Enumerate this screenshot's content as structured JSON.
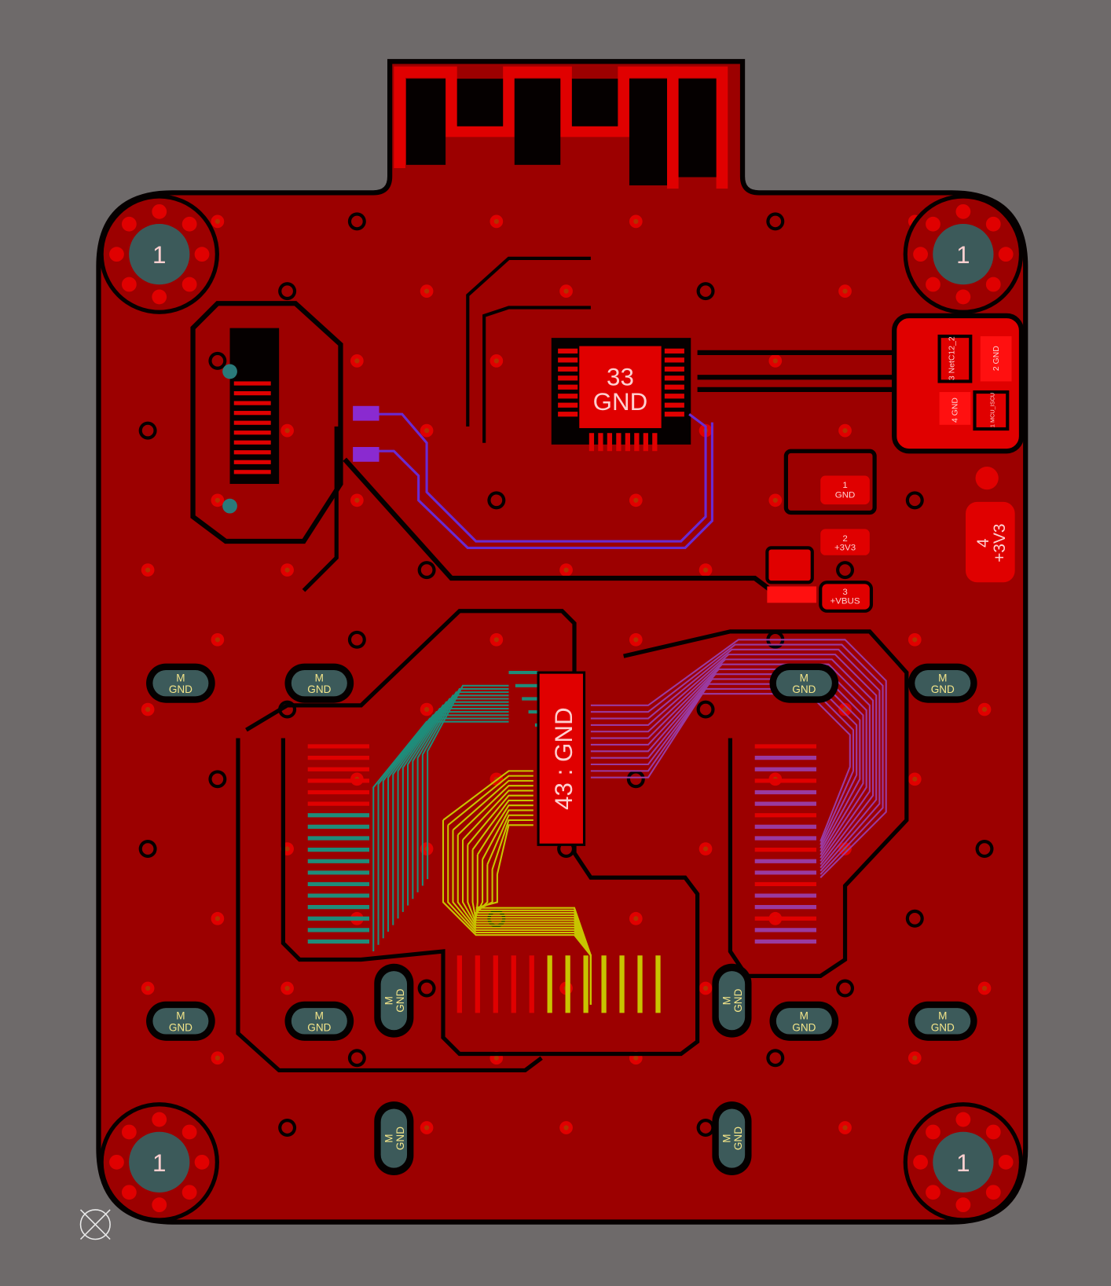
{
  "colors": {
    "background": "#6e6a6a",
    "board": "#9c0000",
    "copper": "#e00000",
    "outline": "#050000",
    "hole": "#3c5a5a",
    "bus_teal": "#1f8c7a",
    "bus_yellow": "#c8c400",
    "bus_purple": "#9a3aa0",
    "bus_violet": "#6a2ad0"
  },
  "mounting_hole_label": "1",
  "mcu": {
    "pin": "33",
    "net": "GND"
  },
  "flex_ic": {
    "label": "43 : GND"
  },
  "header_j1": [
    {
      "pin": "3",
      "net": "NetC12_2"
    },
    {
      "pin": "2",
      "net": "GND"
    },
    {
      "pin": "4",
      "net": "GND"
    },
    {
      "pin": "1",
      "net": "MCU_ISCU"
    }
  ],
  "usb_pads": [
    {
      "pin": "1",
      "net": "GND"
    },
    {
      "pin": "2",
      "net": "+3V3"
    },
    {
      "pin": "3",
      "net": "+VBUS"
    },
    {
      "pin": "4",
      "net": "+3V3"
    }
  ],
  "mech_pad": {
    "pin": "M",
    "net": "GND"
  }
}
